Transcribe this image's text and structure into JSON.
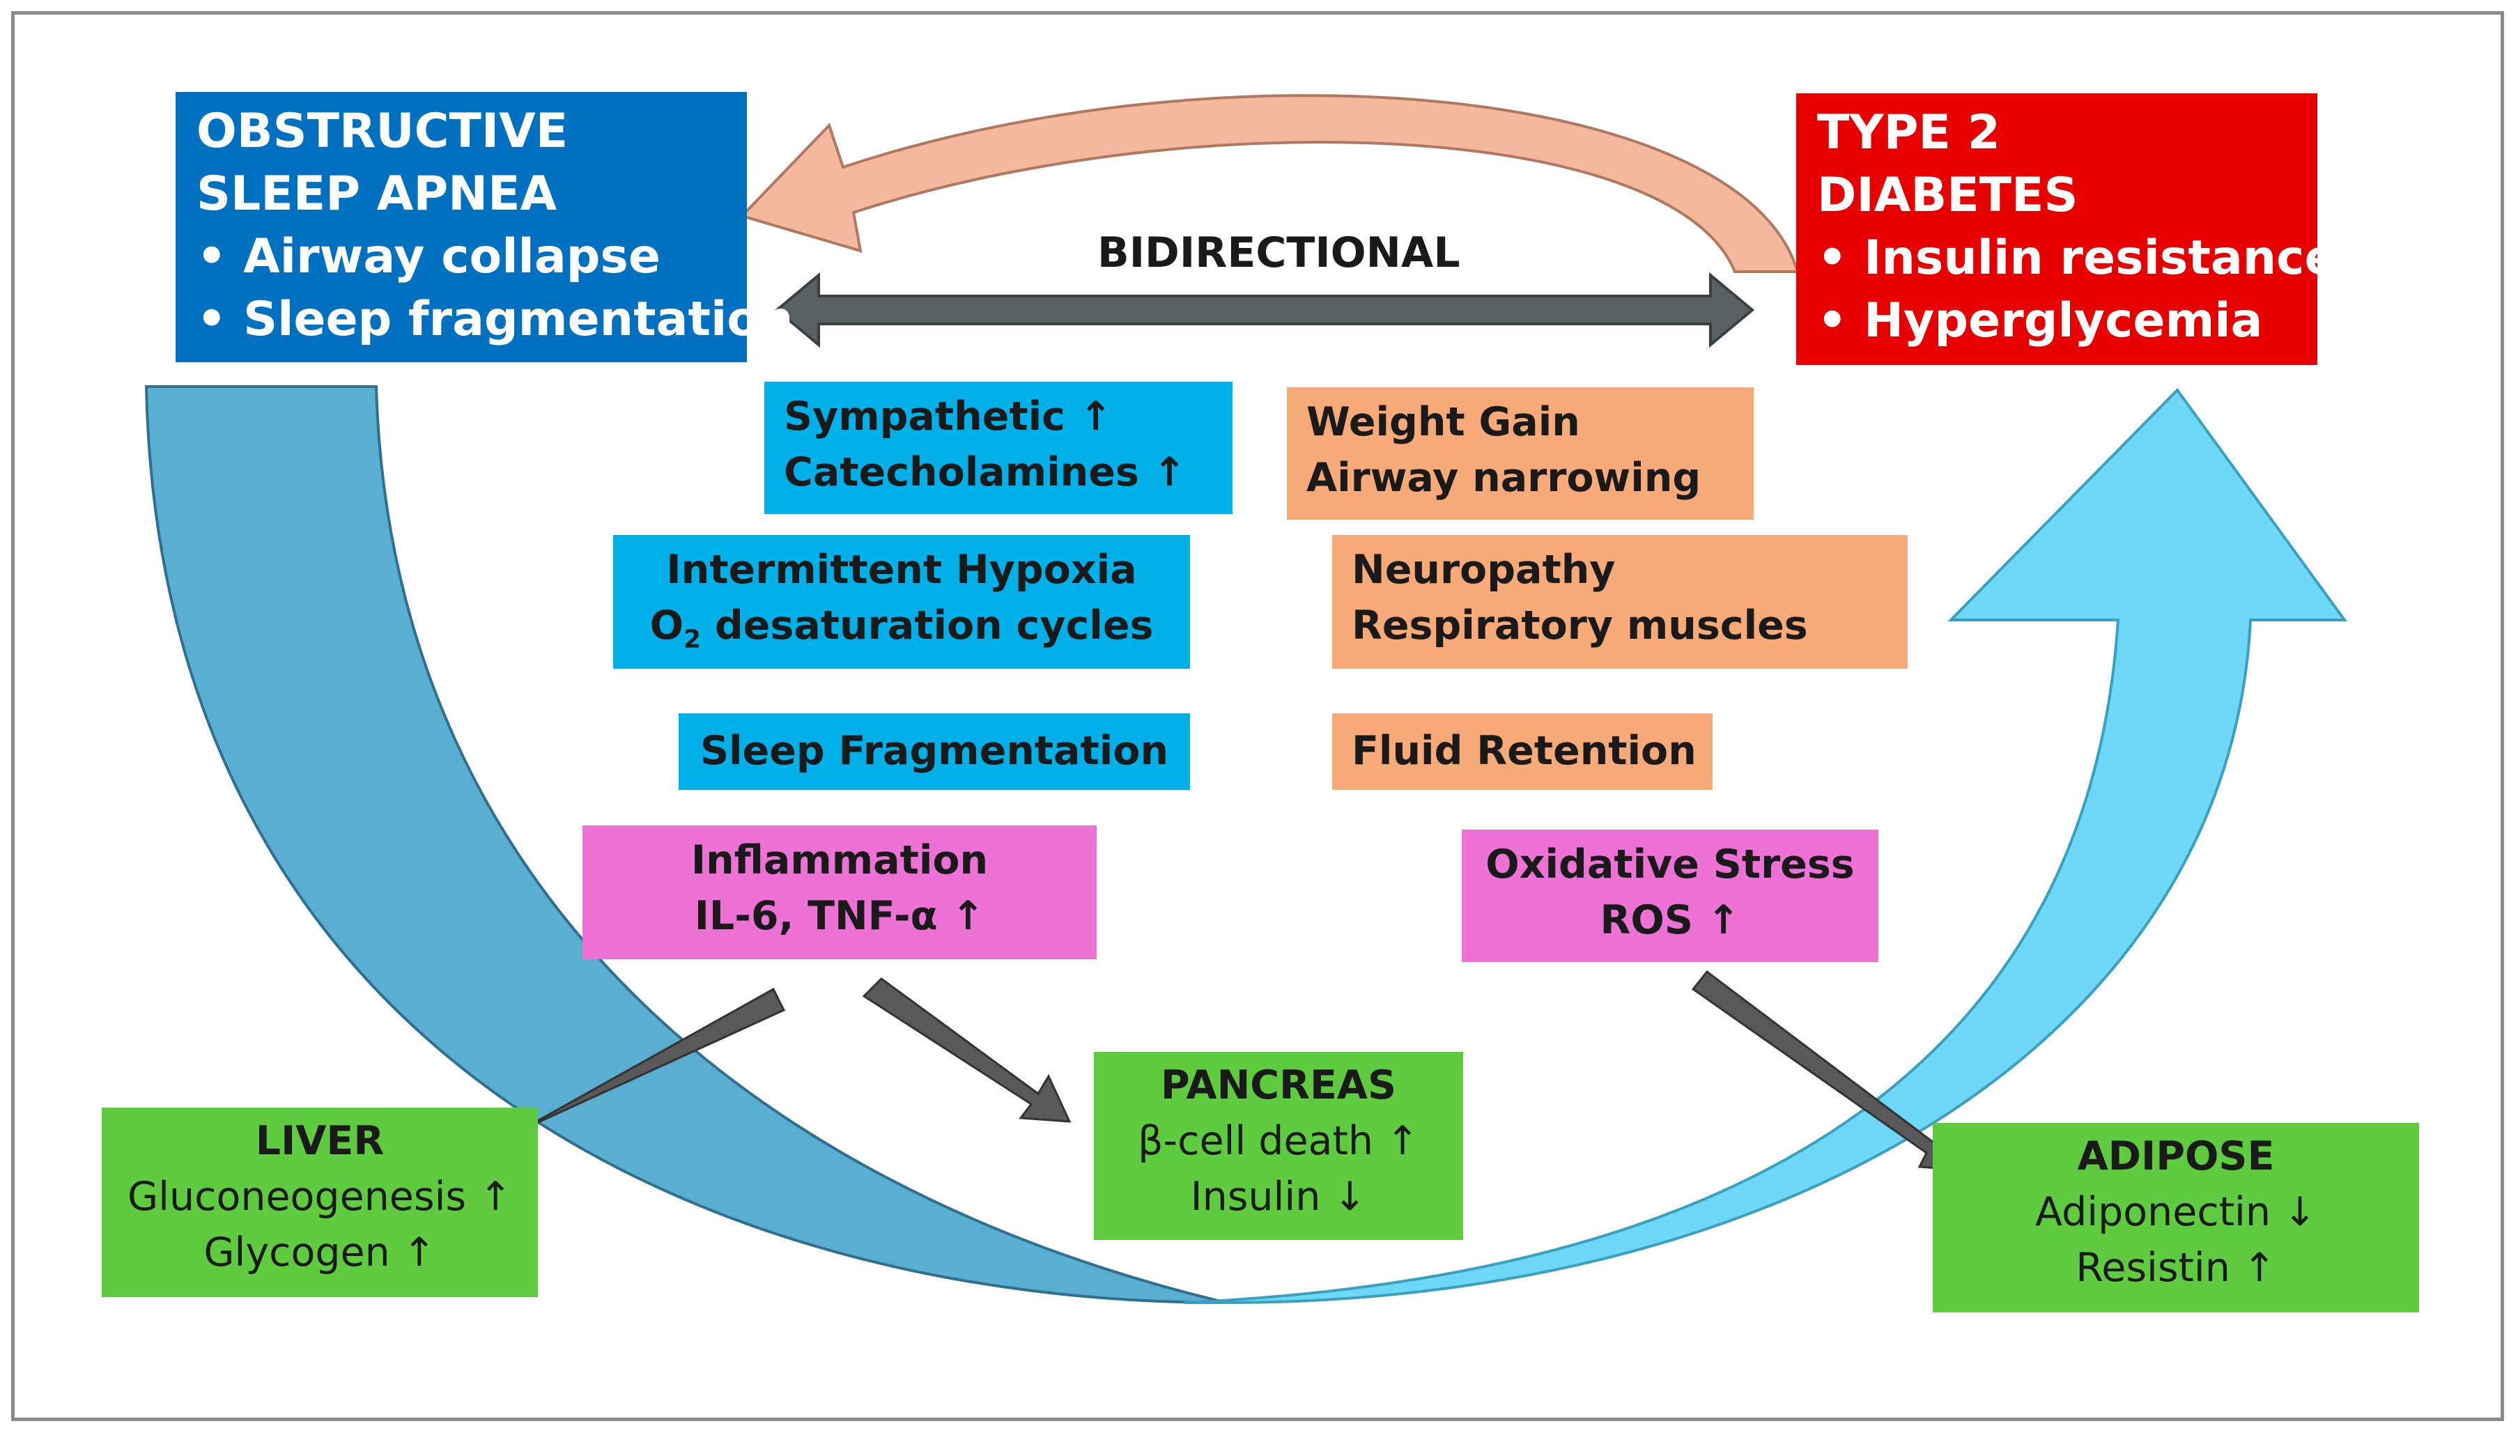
{
  "colors": {
    "osa_blue": "#0070c0",
    "t2d_red": "#e60000",
    "mechanism_blue": "#00b0e8",
    "mechanism_peach": "#f8a978",
    "mechanism_pink": "#ee72d6",
    "organ_green": "#5fcc3f",
    "big_arrow_left": "#5aaed0",
    "big_arrow_right": "#6fd8f8",
    "small_arrow_gray": "#595959",
    "top_curve_arrow": "#f3b89e"
  },
  "osa": {
    "title_line1": "OBSTRUCTIVE",
    "title_line2": "SLEEP APNEA",
    "bullet1": "• Airway collapse",
    "bullet2": "• Sleep fragmentation"
  },
  "t2d": {
    "title_line1": "TYPE 2",
    "title_line2": "DIABETES",
    "bullet1": "• Insulin resistance",
    "bullet2": "• Hyperglycemia"
  },
  "bidirectional_label": "BIDIRECTIONAL",
  "mechanisms_osa": [
    {
      "line1": "Sympathetic ↑",
      "line2": "Catecholamines ↑"
    },
    {
      "line1": "Intermittent Hypoxia",
      "line2_pre": "O",
      "line2_sub": "2",
      "line2_post": " desaturation cycles"
    },
    {
      "line1": "Sleep Fragmentation"
    },
    {
      "line1": "Inflammation",
      "line2": "IL-6, TNF-α ↑"
    }
  ],
  "mechanisms_t2d": [
    {
      "line1": "Weight Gain",
      "line2": "Airway narrowing"
    },
    {
      "line1": "Neuropathy",
      "line2": "Respiratory muscles"
    },
    {
      "line1": "Fluid Retention"
    },
    {
      "line1": "Oxidative Stress",
      "line2": "ROS ↑"
    }
  ],
  "organs": {
    "liver": {
      "title": "LIVER",
      "line1": "Gluconeogenesis ↑",
      "line2": "Glycogen ↑"
    },
    "pancreas": {
      "title": "PANCREAS",
      "line1": "β-cell death ↑",
      "line2": "Insulin ↓"
    },
    "adipose": {
      "title": "ADIPOSE",
      "line1": "Adiponectin ↓",
      "line2": "Resistin ↑"
    }
  }
}
